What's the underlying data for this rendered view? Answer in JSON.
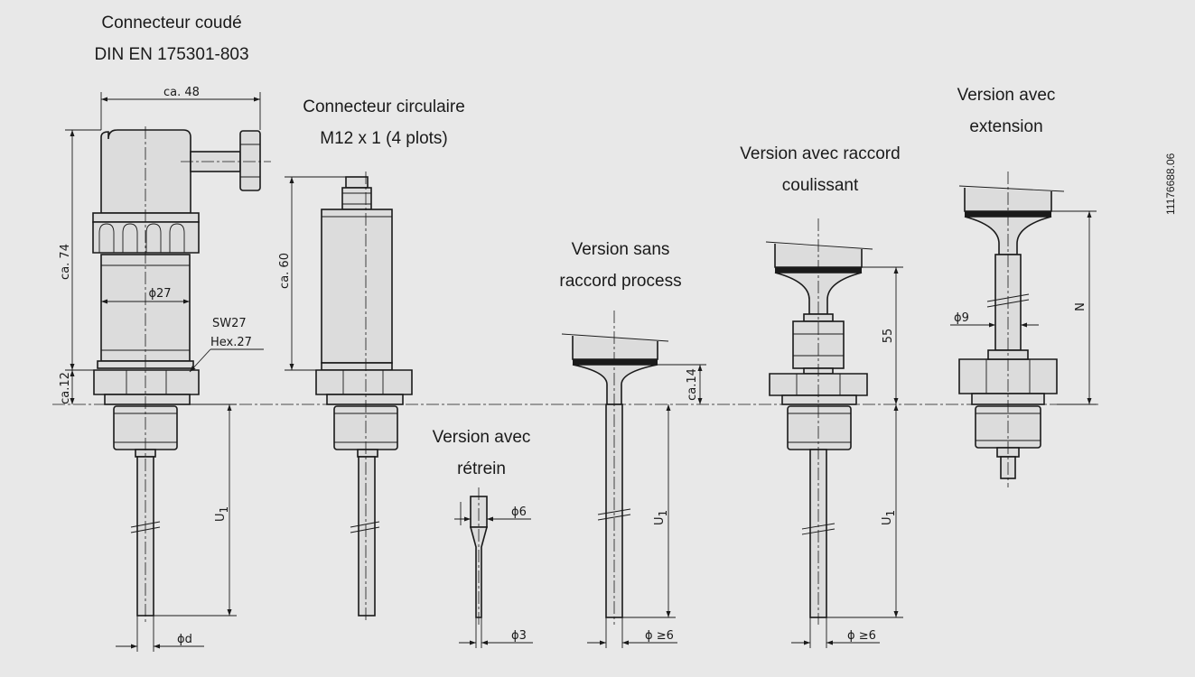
{
  "titles": {
    "angle_connector": [
      "Connecteur coudé",
      "DIN EN 175301-803"
    ],
    "circular_connector": [
      "Connecteur circulaire",
      "M12 x 1 (4 plots)"
    ],
    "reduced": [
      "Version avec",
      "rétrein"
    ],
    "no_process": [
      "Version sans",
      "raccord process"
    ],
    "sliding": [
      "Version avec raccord",
      "coulissant"
    ],
    "extension": [
      "Version avec",
      "extension"
    ]
  },
  "dimensions": {
    "ca48": "ca. 48",
    "ca74": "ca. 74",
    "ca60": "ca. 60",
    "ca12": "ca.12",
    "ca14": "ca.14",
    "d27": "ϕ27",
    "sw27": "SW27",
    "hex27": "Hex.27",
    "u1": "U",
    "u1_sub": "1",
    "dd": "ϕd",
    "d6": "ϕ6",
    "d3": "ϕ3",
    "dge6": "ϕ ≥6",
    "n55": "55",
    "d9": "ϕ9",
    "n": "N"
  },
  "drawing_ref": "11176688.06"
}
